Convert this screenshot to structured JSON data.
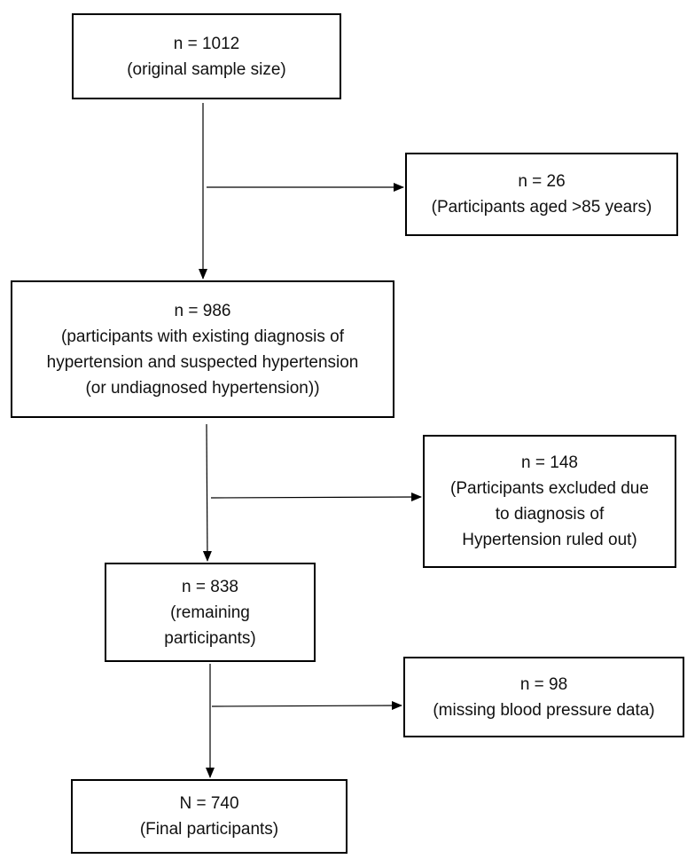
{
  "boxes": {
    "original": {
      "count": "n = 1012",
      "label": "(original sample size)"
    },
    "excluded_age": {
      "count": "n = 26",
      "label": "(Participants aged >85 years)"
    },
    "hypertension": {
      "count": "n = 986",
      "lines": [
        "(participants with existing diagnosis of",
        "hypertension and suspected hypertension",
        "(or undiagnosed hypertension))"
      ]
    },
    "excluded_ruled_out": {
      "count": "n = 148",
      "lines": [
        "(Participants excluded due",
        "to diagnosis of",
        "Hypertension ruled out)"
      ]
    },
    "remaining": {
      "count": "n = 838",
      "lines": [
        "(remaining",
        "participants)"
      ]
    },
    "excluded_missing": {
      "count": "n = 98",
      "label": "(missing blood pressure data)"
    },
    "final": {
      "count": "N = 740",
      "label": "(Final participants)"
    }
  }
}
